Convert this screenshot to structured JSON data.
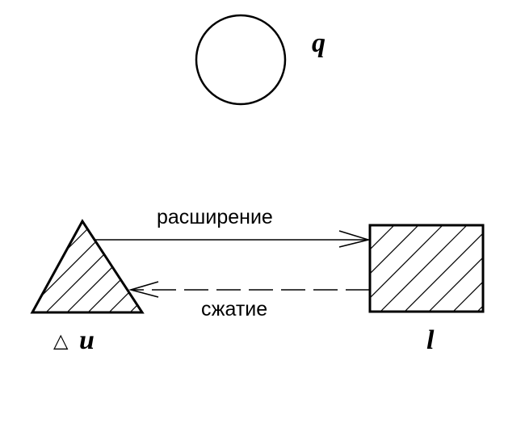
{
  "labels": {
    "circle": "q",
    "triangle_symbol": "△",
    "triangle_var": "u",
    "rectangle": "l",
    "expansion": "расширение",
    "compression": "сжатие"
  },
  "colors": {
    "stroke": "#000000",
    "background": "#ffffff"
  }
}
